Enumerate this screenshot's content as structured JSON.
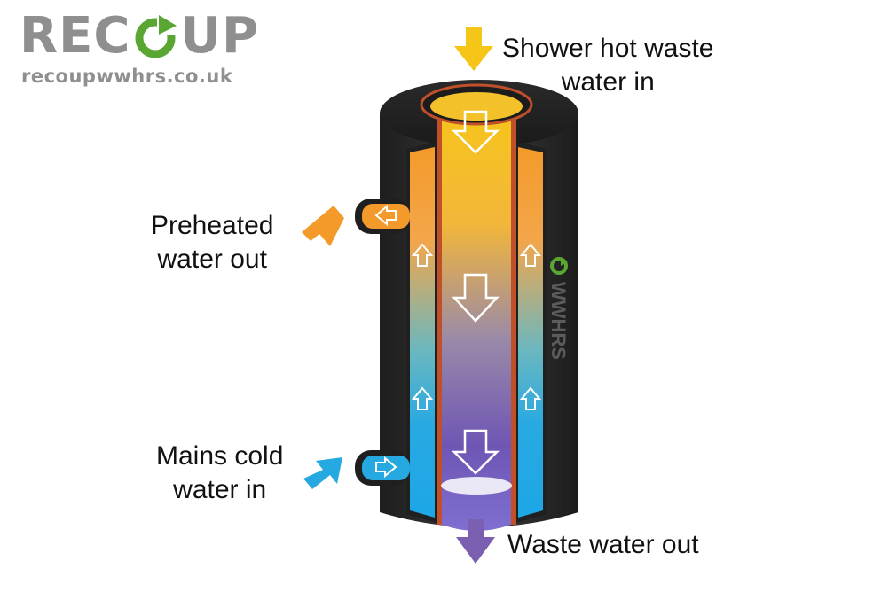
{
  "logo": {
    "brand_left": "REC",
    "brand_right": "UP",
    "brand_full": "RECOUP",
    "url": "recoupwwhrs.co.uk",
    "color": "#8f8f8f",
    "accent_color": "#5aa632"
  },
  "labels": {
    "shower_in": [
      "Shower hot waste",
      "water in"
    ],
    "preheated_out": [
      "Preheated",
      "water out"
    ],
    "mains_in": [
      "Mains cold",
      "water in"
    ],
    "waste_out": "Waste water out"
  },
  "pipe_text": "WWHRS",
  "colors": {
    "hot": "#f5c518",
    "warm": "#f39a2a",
    "cold": "#26a8e0",
    "waste": "#7b5fb0",
    "casing": "#2b2b2b",
    "copper": "#c0502a"
  },
  "icons": [
    "shower-in-arrow-icon",
    "preheated-out-arrow-icon",
    "mains-in-arrow-icon",
    "waste-out-arrow-icon",
    "recoup-ring-icon"
  ]
}
